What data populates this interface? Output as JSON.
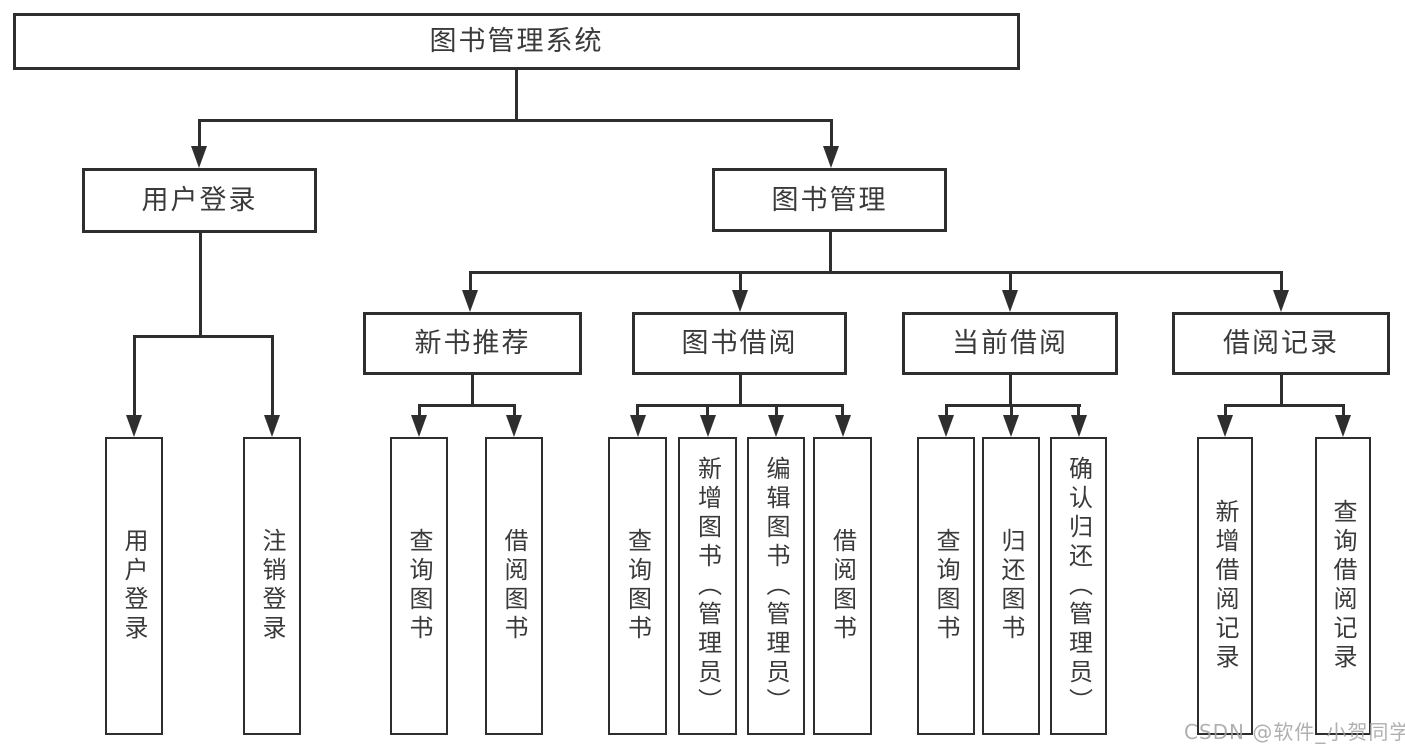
{
  "diagram": {
    "root_label": "图书管理系统",
    "user_login": {
      "label": "用户登录",
      "children": [
        "用户登录",
        "注销登录"
      ]
    },
    "book_management": {
      "label": "图书管理",
      "groups": [
        {
          "label": "新书推荐",
          "children": [
            "查询图书",
            "借阅图书"
          ]
        },
        {
          "label": "图书借阅",
          "children": [
            "查询图书",
            "新增图书（管理员）",
            "编辑图书（管理员）",
            "借阅图书"
          ]
        },
        {
          "label": "当前借阅",
          "children": [
            "查询图书",
            "归还图书",
            "确认归还（管理员）"
          ]
        },
        {
          "label": "借阅记录",
          "children": [
            "新增借阅记录",
            "查询借阅记录"
          ]
        }
      ]
    }
  },
  "watermark": {
    "text": "CSDN @软件_小贺同学"
  },
  "colors": {
    "line": "#2e2e2e",
    "text": "#3a3a3a",
    "background": "#ffffff",
    "watermark": "#a3a3a3"
  }
}
